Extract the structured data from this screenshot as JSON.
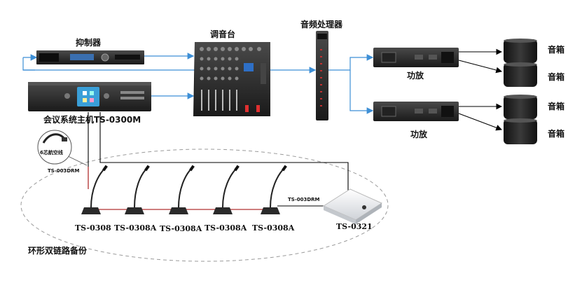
{
  "colors": {
    "signal_line": "#3d8fd6",
    "speaker_line": "#000000",
    "loop_line": "#b03030",
    "device_dark": "#2a2a2a",
    "ellipse": "#9a9a9a"
  },
  "labels": {
    "suppressor": "抑制器",
    "mixer": "调音台",
    "processor": "音频处理器",
    "host": "会议系统主机TS-0300M",
    "amp_top": "功放",
    "amp_bottom": "功放",
    "speaker_1": "音箱",
    "speaker_2": "音箱",
    "speaker_3": "音箱",
    "speaker_4": "音箱",
    "connector": "6芯航空线",
    "cable_left": "TS-003DRM",
    "cable_right": "TS-003DRM",
    "mic_chair": "TS-0308",
    "mic_del_1": "TS-0308A",
    "mic_del_2": "TS-0308A",
    "mic_del_3": "TS-0308A",
    "mic_del_4": "TS-0308A",
    "wireless_unit": "TS-0321",
    "backup_loop": "环形双链路备份"
  },
  "icons": {
    "arrow": "arrow-right-icon",
    "microphone": "gooseneck-mic-icon",
    "speaker": "speaker-icon"
  }
}
